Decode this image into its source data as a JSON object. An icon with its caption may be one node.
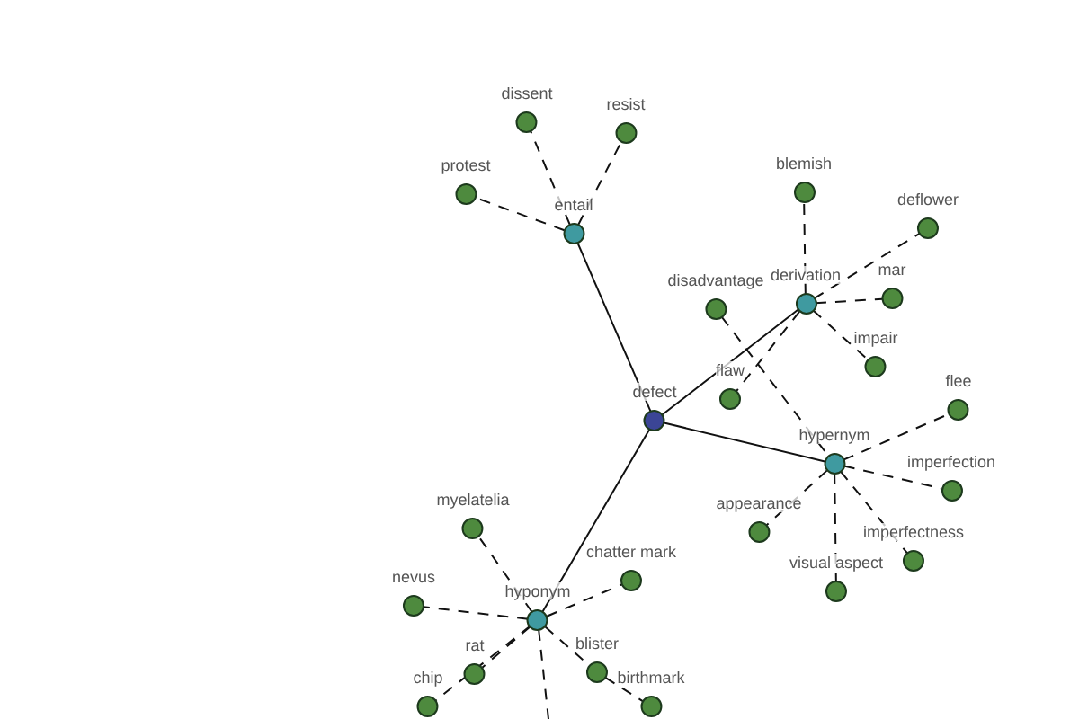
{
  "diagram": {
    "nodes": [
      {
        "text": [
          "defect"
        ]
      },
      {
        "text": [
          "entail"
        ]
      },
      {
        "text": [
          "dissent"
        ]
      },
      {
        "text": [
          "resist"
        ]
      },
      {
        "text": [
          "protest"
        ]
      },
      {
        "text": [
          "derivation"
        ]
      },
      {
        "text": [
          "blemish"
        ]
      },
      {
        "text": [
          "deflower"
        ]
      },
      {
        "text": [
          "mar"
        ]
      },
      {
        "text": [
          "disadvantage"
        ]
      },
      {
        "text": [
          "flaw"
        ]
      },
      {
        "text": [
          "impair"
        ]
      },
      {
        "text": [
          "hypernym"
        ]
      },
      {
        "text": [
          "flee"
        ]
      },
      {
        "text": [
          "imperfection"
        ]
      },
      {
        "text": [
          "imperfectness"
        ]
      },
      {
        "text": [
          "visual aspect"
        ]
      },
      {
        "text": [
          "appearance"
        ]
      },
      {
        "text": [
          "hyponym"
        ]
      },
      {
        "text": [
          "myelatelia"
        ]
      },
      {
        "text": [
          "nevus"
        ]
      },
      {
        "text": [
          "chatter mark"
        ]
      },
      {
        "text": [
          "rat"
        ]
      },
      {
        "text": [
          "blister"
        ]
      },
      {
        "text": [
          "chip"
        ]
      },
      {
        "text": [
          "birthmark"
        ]
      }
    ],
    "edges": [
      {
        "from": 0,
        "to": 1,
        "arrow": "none"
      },
      {
        "from": 0,
        "to": 5,
        "arrow": "none"
      },
      {
        "from": 0,
        "to": 12,
        "arrow": "none"
      },
      {
        "from": 0,
        "to": 18,
        "arrow": "none"
      },
      {
        "from": 1,
        "to": 2,
        "arrow": "none",
        "style": "dashed"
      },
      {
        "from": 1,
        "to": 3,
        "arrow": "none",
        "style": "dashed"
      },
      {
        "from": 1,
        "to": 4,
        "arrow": "none",
        "style": "dashed"
      },
      {
        "from": 5,
        "to": 6,
        "arrow": "none",
        "style": "dashed"
      },
      {
        "from": 5,
        "to": 7,
        "arrow": "none",
        "style": "dashed"
      },
      {
        "from": 5,
        "to": 8,
        "arrow": "none",
        "style": "dashed"
      },
      {
        "from": 5,
        "to": 10,
        "arrow": "none",
        "style": "dashed"
      },
      {
        "from": 5,
        "to": 11,
        "arrow": "none",
        "style": "dashed"
      },
      {
        "from": 9,
        "to": 12,
        "arrow": "none",
        "style": "dashed"
      },
      {
        "from": 12,
        "to": 13,
        "arrow": "none",
        "style": "dashed"
      },
      {
        "from": 12,
        "to": 14,
        "arrow": "none",
        "style": "dashed"
      },
      {
        "from": 12,
        "to": 15,
        "arrow": "none",
        "style": "dashed"
      },
      {
        "from": 12,
        "to": 16,
        "arrow": "none",
        "style": "dashed"
      },
      {
        "from": 12,
        "to": 17,
        "arrow": "none",
        "style": "dashed"
      },
      {
        "from": 18,
        "to": 19,
        "arrow": "none",
        "style": "dashed"
      },
      {
        "from": 18,
        "to": 20,
        "arrow": "none",
        "style": "dashed"
      },
      {
        "from": 18,
        "to": 21,
        "arrow": "none",
        "style": "dashed"
      },
      {
        "from": 18,
        "to": 22,
        "arrow": "none",
        "style": "dashed"
      },
      {
        "from": 18,
        "to": 23,
        "arrow": "none",
        "style": "dashed"
      },
      {
        "from": 18,
        "to": 24,
        "arrow": "none",
        "style": "dashed"
      },
      {
        "from": 23,
        "to": 25,
        "arrow": "none",
        "style": "dashed"
      },
      {
        "from": 18,
        "to": null,
        "arrow": "none",
        "style": "dashed"
      }
    ]
  }
}
